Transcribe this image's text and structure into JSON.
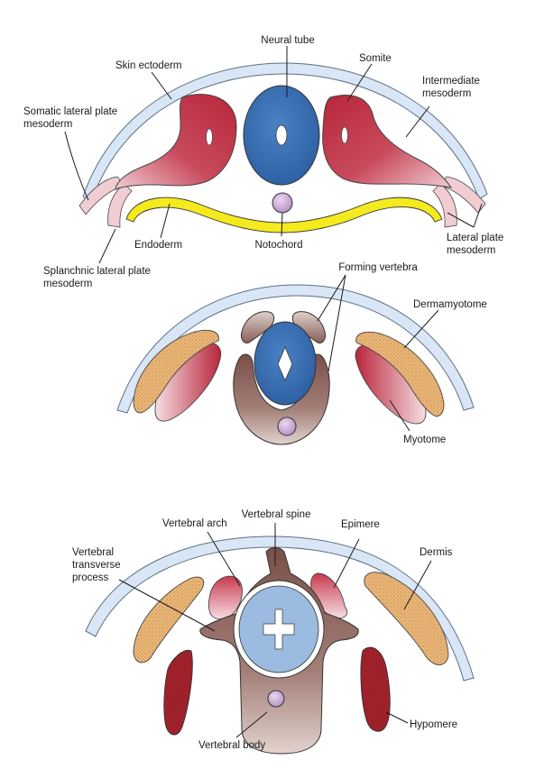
{
  "colors": {
    "skin_fill": "#d9e6f5",
    "skin_stroke": "#5c6f86",
    "mesoderm_dark": "#b8263b",
    "mesoderm_light": "#f1cdd3",
    "neural_blue": "#2f67ad",
    "neural_blue_light": "#9bbbe0",
    "notochord": "#c8a8d4",
    "endoderm": "#f5ea1d",
    "dermis_fill": "#e8b878",
    "vertebra_brown": "#8a5e58",
    "vertebra_light": "#d8c3bd",
    "hypomere": "#8e1a22",
    "line": "#1a1a1a"
  },
  "panel1": {
    "labels": {
      "neural_tube": "Neural tube",
      "skin_ectoderm": "Skin ectoderm",
      "somite": "Somite",
      "intermediate_mesoderm": [
        "Intermediate",
        "mesoderm"
      ],
      "somatic_lateral_plate_mesoderm": [
        "Somatic lateral plate",
        "mesoderm"
      ],
      "endoderm": "Endoderm",
      "notochord": "Notochord",
      "lateral_plate_mesoderm": [
        "Lateral plate",
        "mesoderm"
      ],
      "splanchnic_lateral_plate_mesoderm": [
        "Splanchnic lateral plate",
        "mesoderm"
      ]
    }
  },
  "panel2": {
    "labels": {
      "forming_vertebra": "Forming vertebra",
      "dermamyotome": "Dermamyotome",
      "myotome": "Myotome"
    }
  },
  "panel3": {
    "labels": {
      "vertebral_spine": "Vertebral spine",
      "vertebral_arch": "Vertebral arch",
      "epimere": "Epimere",
      "dermis": "Dermis",
      "vertebral_transverse_process": [
        "Vertebral",
        "transverse",
        "process"
      ],
      "hypomere": "Hypomere",
      "vertebral_body": "Vertebral body"
    }
  }
}
